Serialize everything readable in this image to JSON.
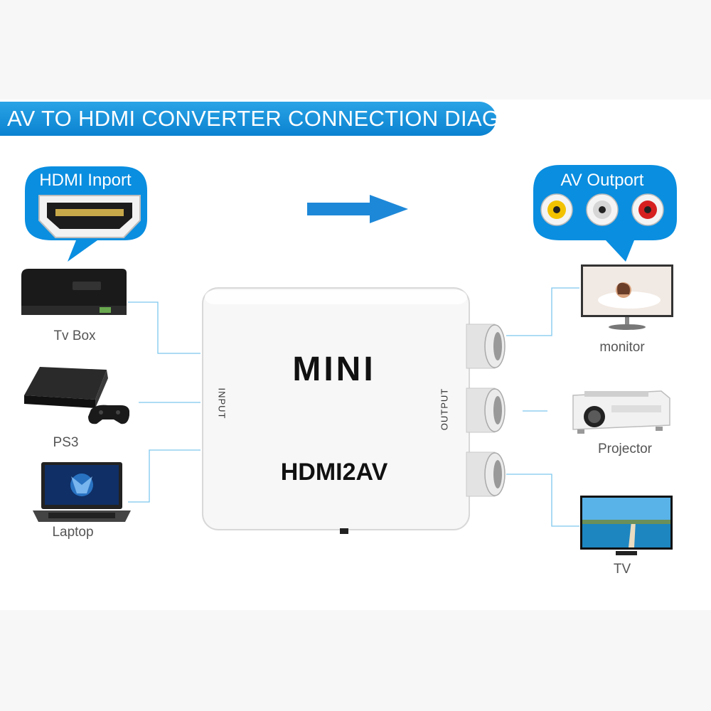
{
  "title": "AV TO HDMI CONVERTER CONNECTION DIAGRAM",
  "input_bubble": {
    "label": "HDMI Inport",
    "icon": "hdmi-port-icon"
  },
  "output_bubble": {
    "label": "AV Outport",
    "icon": "rca-jacks-icon",
    "jack_colors": [
      "#f2c200",
      "#d9d9d9",
      "#d62020"
    ]
  },
  "converter": {
    "brand": "MINI",
    "model": "HDMI2AV",
    "input_label": "INPUT",
    "output_label": "OUTPUT"
  },
  "sources": [
    {
      "label": "Tv Box",
      "icon": "tv-box-icon"
    },
    {
      "label": "PS3",
      "icon": "ps3-console-icon"
    },
    {
      "label": "Laptop",
      "icon": "laptop-icon"
    }
  ],
  "displays": [
    {
      "label": "monitor",
      "icon": "monitor-icon"
    },
    {
      "label": "Projector",
      "icon": "projector-icon"
    },
    {
      "label": "TV",
      "icon": "tv-icon"
    }
  ],
  "colors": {
    "accent_blue": "#0a82d0",
    "connector_line": "#7ec8ee"
  }
}
